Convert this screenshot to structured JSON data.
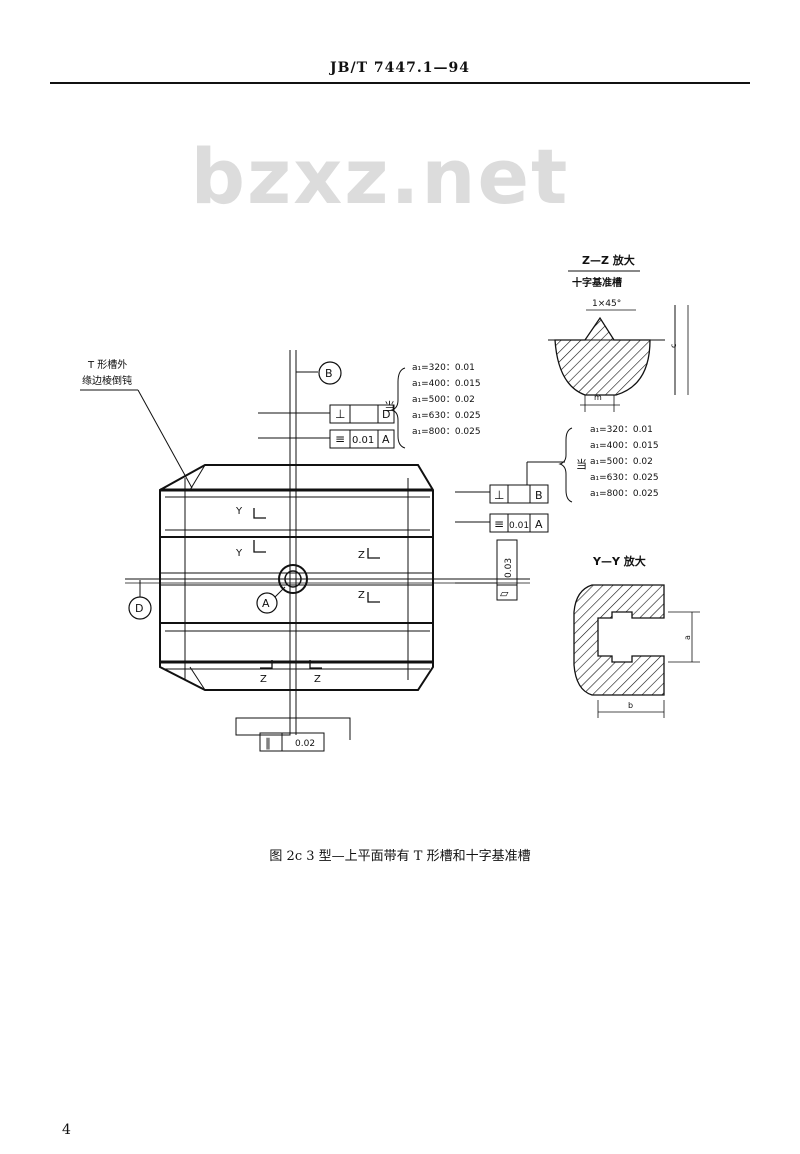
{
  "header": {
    "standard_no": "JB/T 7447.1—94"
  },
  "watermark": {
    "text": "bzxz.net"
  },
  "labels": {
    "t_slot_note": [
      "T 形槽外",
      "缘边棱倒钝"
    ],
    "zz_title": "Z—Z 放大",
    "zz_subtitle": "十字基准槽",
    "chamfer": "1×45°",
    "yy_title": "Y—Y 放大",
    "datum_a": "A",
    "datum_b": "B",
    "datum_d": "D",
    "section_y": "Y",
    "section_z": "Z",
    "dim_a": "a",
    "dim_b": "b",
    "dim_c": "c",
    "dim_m": "m",
    "dang": "当"
  },
  "tolerance_boxes": {
    "top_perp": {
      "symbol": "⊥",
      "value": "",
      "datum": "D"
    },
    "top_sym": {
      "symbol": "≡",
      "value": "0.01",
      "datum": "A"
    },
    "right_perp": {
      "symbol": "⊥",
      "value": "",
      "datum": "B"
    },
    "right_sym": {
      "symbol": "≡",
      "value": "0.01",
      "datum": "A"
    },
    "right_flat": {
      "symbol": "▱",
      "value": "0.03"
    },
    "bottom_par": {
      "symbol": "∥",
      "value": "0.02"
    }
  },
  "conditions_left": [
    "a₁=320：0.01",
    "a₁=400：0.015",
    "a₁=500：0.02",
    "a₁=630：0.025",
    "a₁=800：0.025"
  ],
  "conditions_right": [
    "a₁=320：0.01",
    "a₁=400：0.015",
    "a₁=500：0.02",
    "a₁=630：0.025",
    "a₁=800：0.025"
  ],
  "caption": "图 2c  3 型—上平面带有 T 形槽和十字基准槽",
  "page_number": "4"
}
